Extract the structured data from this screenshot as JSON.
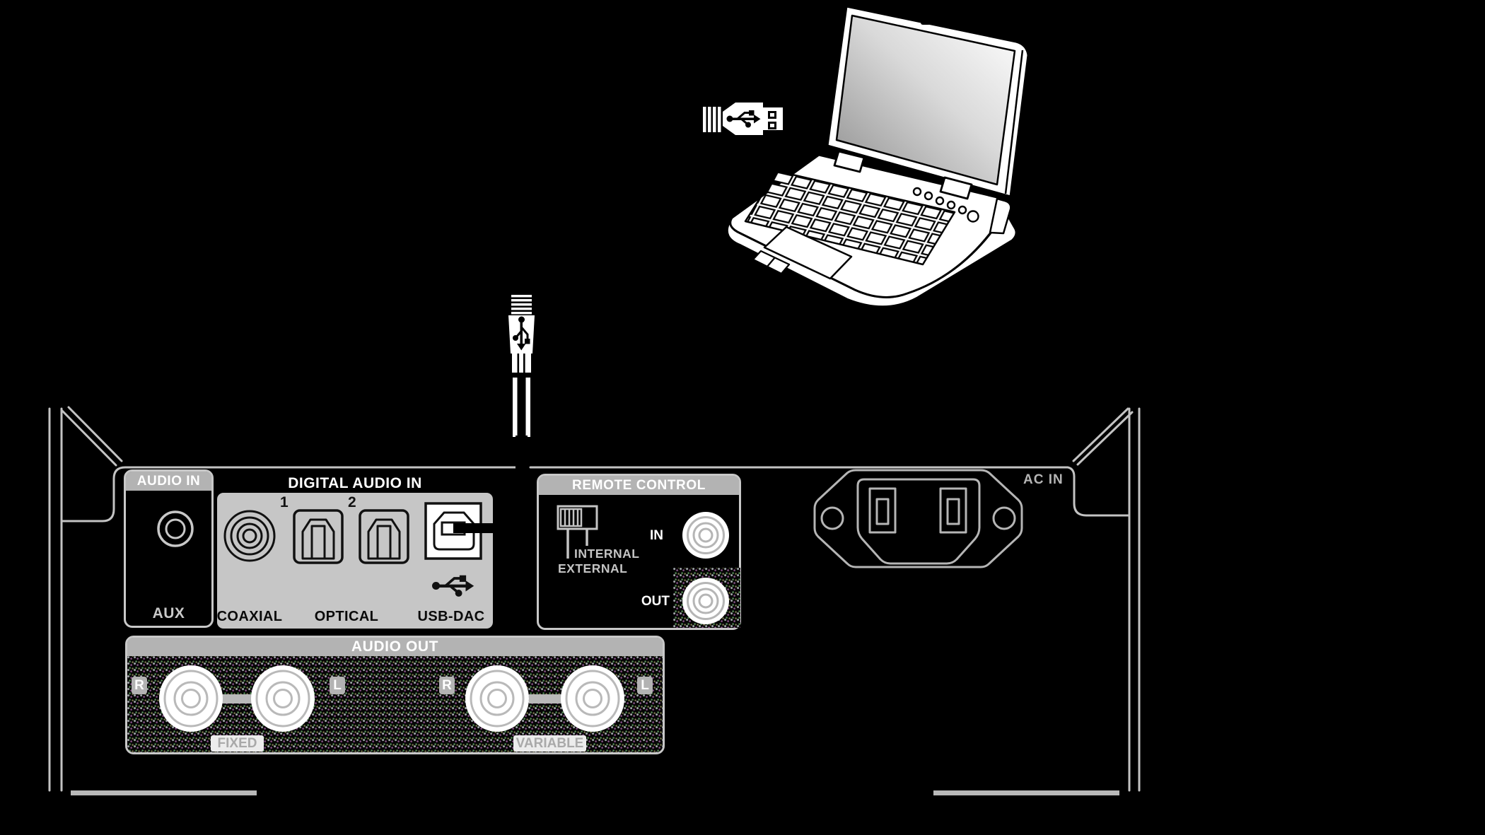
{
  "diagram_title": "pc-to-usb-dac-connection-diagram",
  "panels": {
    "audio_in": {
      "header": "AUDIO IN",
      "jack_label": "AUX"
    },
    "digital_audio_in": {
      "header": "DIGITAL AUDIO IN",
      "optical_1_num": "1",
      "optical_2_num": "2",
      "coaxial_label": "COAXIAL",
      "optical_label": "OPTICAL",
      "usb_dac_label": "USB-DAC"
    },
    "remote_control": {
      "header": "REMOTE CONTROL",
      "internal_label": "INTERNAL",
      "external_label": "EXTERNAL",
      "in_label": "IN",
      "out_label": "OUT"
    },
    "ac_in": {
      "label": "AC IN"
    },
    "audio_out": {
      "header": "AUDIO OUT",
      "channel_tags": [
        "R",
        "L",
        "R",
        "L"
      ],
      "fixed_label": "FIXED",
      "variable_label": "VARIABLE"
    }
  },
  "icons": {
    "laptop": "laptop-computer",
    "usb_plug_horizontal": "usb-type-a-plug",
    "usb_plug_vertical": "usb-type-b-plug",
    "usb_symbol": "usb-trident",
    "coaxial_jack": "rca-coaxial-connector",
    "optical_jack": "toslink-optical-connector",
    "usb_b_port": "usb-dac-port",
    "remote_switch": "internal-external-slide-switch",
    "rca_jack": "rca-jack",
    "ac_inlet": "iec-ac-inlet"
  },
  "colors": {
    "background": "#000000",
    "panel_gray": "#c6c6c6",
    "band_gray": "#b3b3b3",
    "outline_gray": "#c8c8c8",
    "muted_gray": "#b5b5b5",
    "jack_ring_gray": "#b5b5b5",
    "tag_bg": "#ececec",
    "tag_text": "#a9a9a9",
    "white": "#ffffff",
    "black": "#000000"
  }
}
